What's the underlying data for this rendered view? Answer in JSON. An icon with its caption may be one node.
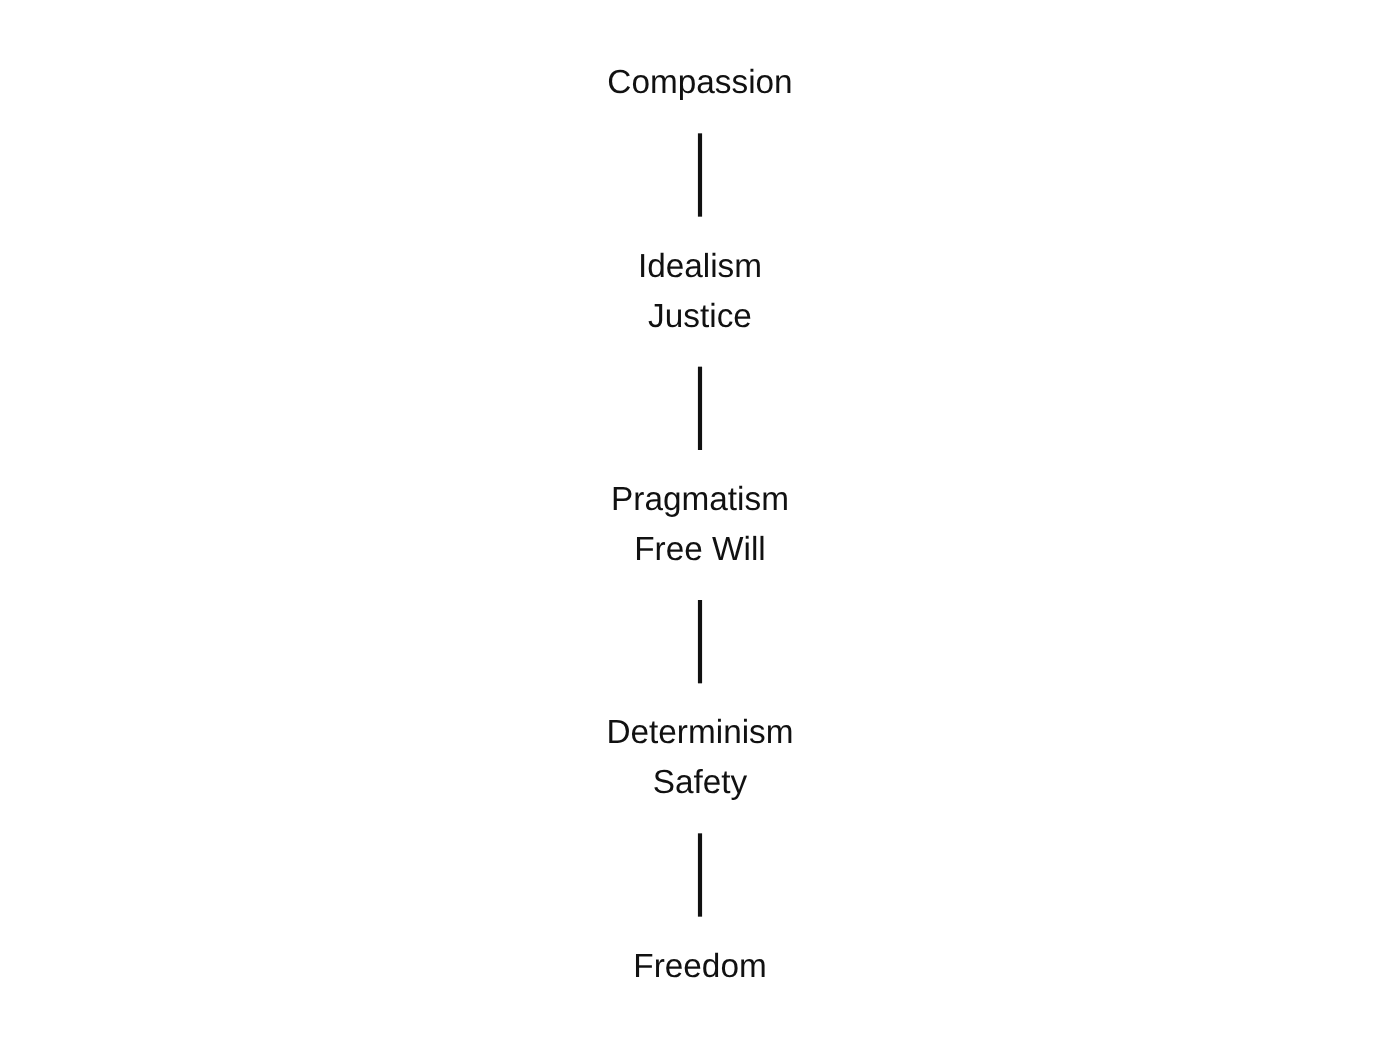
{
  "diagram": {
    "nodes": [
      {
        "text": [
          "Idealism",
          "Justice"
        ]
      },
      {
        "text": [
          "Determinism",
          "Safety"
        ]
      },
      {
        "text": [
          "Freedom"
        ]
      },
      {
        "text": [
          "Compassion"
        ]
      },
      {
        "text": [
          "Pragmatism",
          "Free Will"
        ]
      }
    ],
    "edges": [
      {
        "from": 3,
        "to": 0,
        "arrow": "none"
      },
      {
        "from": 0,
        "to": 4,
        "arrow": "none"
      },
      {
        "from": 4,
        "to": 1,
        "arrow": "none"
      },
      {
        "from": 1,
        "to": 2,
        "arrow": "none"
      }
    ]
  }
}
